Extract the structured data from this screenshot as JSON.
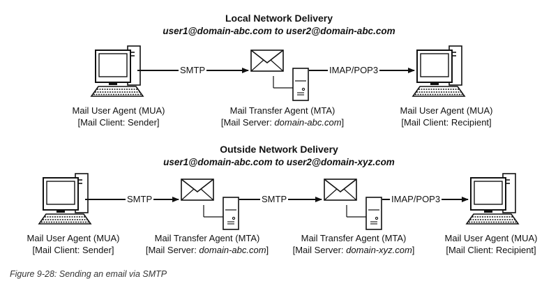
{
  "sections": {
    "local": {
      "title": "Local Network Delivery",
      "subtitle": "user1@domain-abc.com to user2@domain-abc.com",
      "sender": {
        "line1": "Mail User Agent (MUA)",
        "line2": "[Mail Client: Sender]"
      },
      "server": {
        "line1": "Mail Transfer Agent (MTA)",
        "line2_prefix": "[Mail Server: ",
        "domain": "domain-abc.com",
        "line2_suffix": "]"
      },
      "recipient": {
        "line1": "Mail User Agent (MUA)",
        "line2": "[Mail Client: Recipient]"
      },
      "proto1": "SMTP",
      "proto2": "IMAP/POP3"
    },
    "outside": {
      "title": "Outside Network Delivery",
      "subtitle": "user1@domain-abc.com to user2@domain-xyz.com",
      "sender": {
        "line1": "Mail User Agent (MUA)",
        "line2": "[Mail Client: Sender]"
      },
      "server1": {
        "line1": "Mail Transfer Agent (MTA)",
        "line2_prefix": "[Mail Server: ",
        "domain": "domain-abc.com",
        "line2_suffix": "]"
      },
      "server2": {
        "line1": "Mail Transfer Agent (MTA)",
        "line2_prefix": "[Mail Server: ",
        "domain": "domain-xyz.com",
        "line2_suffix": "]"
      },
      "recipient": {
        "line1": "Mail User Agent (MUA)",
        "line2": "[Mail Client: Recipient]"
      },
      "proto1": "SMTP",
      "proto2": "SMTP",
      "proto3": "IMAP/POP3"
    }
  },
  "caption": "Figure 9-28: Sending an email via SMTP"
}
